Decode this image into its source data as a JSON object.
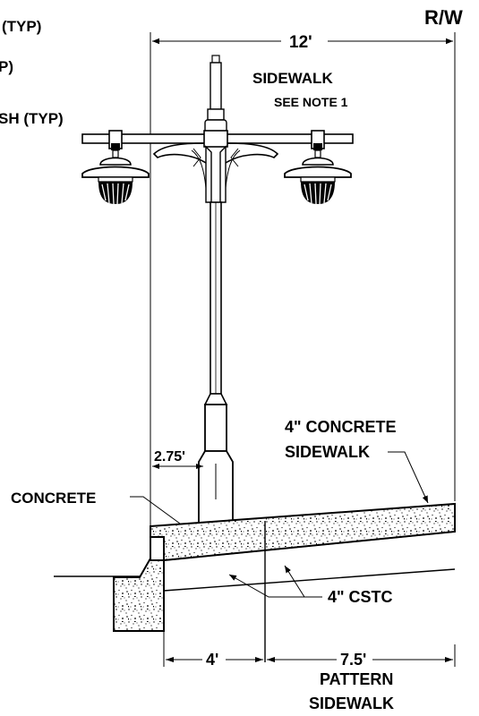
{
  "labels": {
    "typ_top": "(TYP)",
    "typ_partial": "P)",
    "finish_typ": "SH (TYP)",
    "right_of_way": "R/W",
    "dim_total": "12'",
    "sidewalk": "SIDEWALK",
    "see_note": "SEE NOTE 1",
    "concrete_sidewalk_line1": "4\" CONCRETE",
    "concrete_sidewalk_line2": "SIDEWALK",
    "dim_offset": "2.75'",
    "concrete": "CONCRETE",
    "cstc": "4\" CSTC",
    "dim_left": "4'",
    "dim_right": "7.5'",
    "pattern_line1": "PATTERN",
    "pattern_line2": "SIDEWALK"
  },
  "colors": {
    "ink": "#000000",
    "paper": "#ffffff"
  }
}
